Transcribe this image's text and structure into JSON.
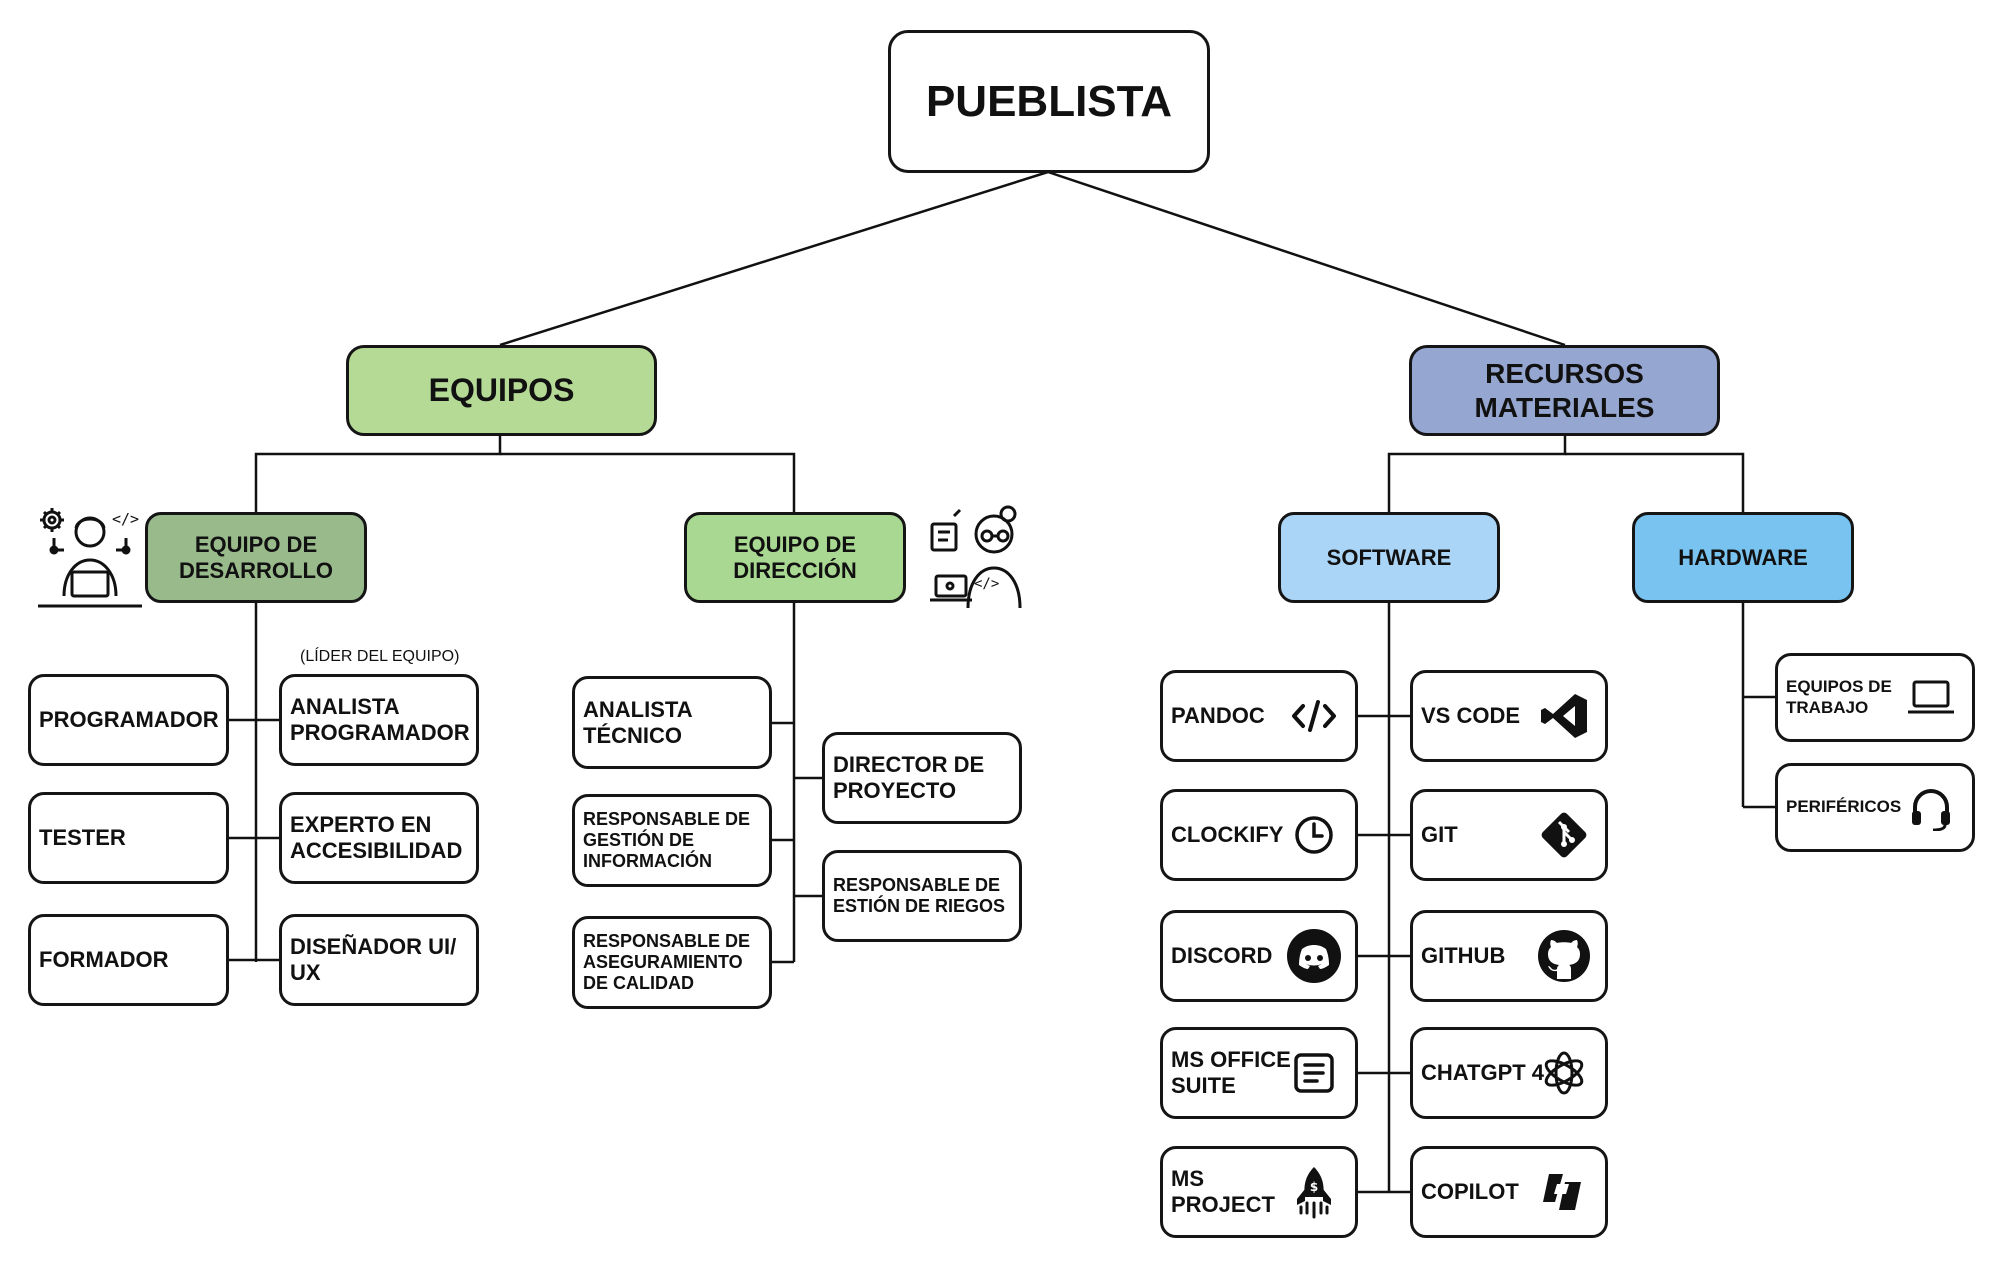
{
  "root": {
    "label": "PUEBLISTA"
  },
  "equipos": {
    "label": "EQUIPOS",
    "color": "#b5da96",
    "desarrollo": {
      "label": "EQUIPO DE\nDESARROLLO",
      "color": "#99bb8c",
      "left_roles": [
        "PROGRAMADOR",
        "TESTER",
        "FORMADOR"
      ],
      "right_roles": [
        "ANALISTA\nPROGRAMADOR",
        "EXPERTO EN\nACCESIBILIDAD",
        "DISEÑADOR UI/\nUX"
      ],
      "lead_note": "(LÍDER DEL EQUIPO)",
      "icon": "developer-person-icon"
    },
    "direccion": {
      "label": "EQUIPO DE\nDIRECCIÓN",
      "color": "#a8d891",
      "left_roles": [
        "ANALISTA\nTÉCNICO",
        "RESPONSABLE DE\nGESTIÓN DE\n INFORMACIÓN",
        "RESPONSABLE DE\nASEGURAMIENTO\n DE CALIDAD"
      ],
      "right_roles": [
        "DIRECTOR DE\nPROYECTO",
        "RESPONSABLE DE\nESTIÓN DE RIEGOS"
      ],
      "icon": "manager-person-icon"
    }
  },
  "recursos": {
    "label": "RECURSOS\nMATERIALES",
    "color": "#95a6d1",
    "software": {
      "label": "SOFTWARE",
      "color": "#aad5f7",
      "left_items": [
        {
          "label": "PANDOC",
          "icon": "code-brackets-icon"
        },
        {
          "label": "CLOCKIFY",
          "icon": "clock-icon"
        },
        {
          "label": "DISCORD",
          "icon": "discord-icon"
        },
        {
          "label": "MS OFFICE\nSUITE",
          "icon": "document-icon"
        },
        {
          "label": "MS\nPROJECT",
          "icon": "rocket-icon"
        }
      ],
      "right_items": [
        {
          "label": "VS CODE",
          "icon": "vscode-icon"
        },
        {
          "label": "GIT",
          "icon": "git-icon"
        },
        {
          "label": "GITHUB",
          "icon": "github-icon"
        },
        {
          "label": "CHATGPT 4",
          "icon": "chatgpt-icon"
        },
        {
          "label": "COPILOT",
          "icon": "copilot-icon"
        }
      ]
    },
    "hardware": {
      "label": "HARDWARE",
      "color": "#78c3f0",
      "items": [
        {
          "label": "EQUIPOS DE\nTRABAJO",
          "icon": "laptop-icon"
        },
        {
          "label": "PERIFÉRICOS",
          "icon": "headphones-icon"
        }
      ]
    }
  }
}
